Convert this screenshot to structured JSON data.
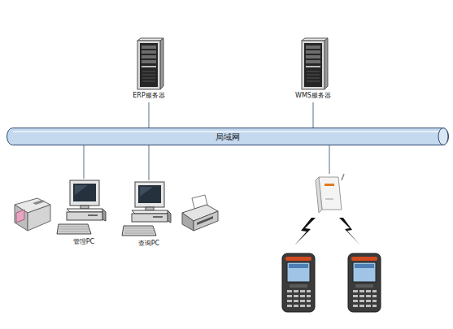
{
  "diagram": {
    "nodes": [
      {
        "text": [
          "ERP服务器"
        ]
      },
      {
        "text": [
          "WMS服务器"
        ]
      },
      {
        "text": [
          "局域网"
        ]
      },
      {
        "text": [
          "管理PC"
        ]
      },
      {
        "text": [
          "查询PC"
        ]
      }
    ],
    "edges": [
      {
        "from": 0,
        "to": 2,
        "arrow": "none"
      },
      {
        "from": 1,
        "to": 2,
        "arrow": "none"
      },
      {
        "from": 2,
        "to": 3,
        "arrow": "none"
      },
      {
        "from": 2,
        "to": 4,
        "arrow": "none"
      }
    ]
  }
}
